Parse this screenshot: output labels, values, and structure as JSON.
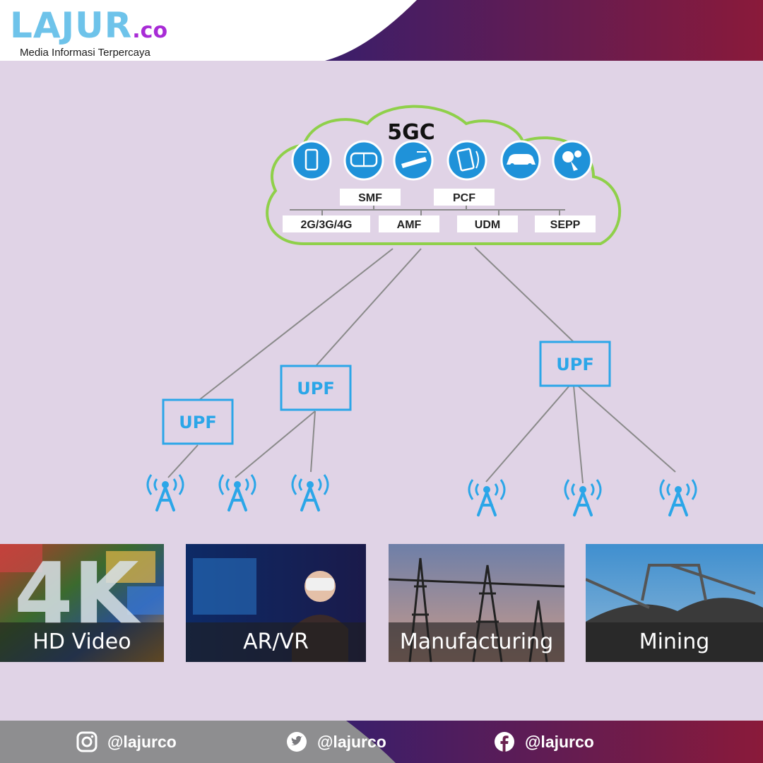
{
  "brand": {
    "name": "LAJUR",
    "tld": ".co",
    "tagline": "Media Informasi Terpercaya"
  },
  "diagram": {
    "core": {
      "title": "5GC",
      "icons": [
        "phone-icon",
        "vr-headset-icon",
        "drone-icon",
        "tablet-icon",
        "car-icon",
        "robot-icon"
      ],
      "functions_top": [
        "SMF",
        "PCF"
      ],
      "functions_bottom": [
        "2G/3G/4G",
        "AMF",
        "UDM",
        "SEPP"
      ]
    },
    "upf_label": "UPF",
    "use_cases": [
      {
        "label": "HD Video",
        "badge": "4K"
      },
      {
        "label": "AR/VR"
      },
      {
        "label": "Manufacturing"
      },
      {
        "label": "Mining"
      }
    ]
  },
  "social": {
    "instagram": "@lajurco",
    "twitter": "@lajurco",
    "facebook": "@lajurco"
  },
  "colors": {
    "accent_blue": "#2ba6e8",
    "cloud_outline": "#8fd04a",
    "gradient_start": "#3a1e6b",
    "gradient_end": "#8a1a3a"
  }
}
